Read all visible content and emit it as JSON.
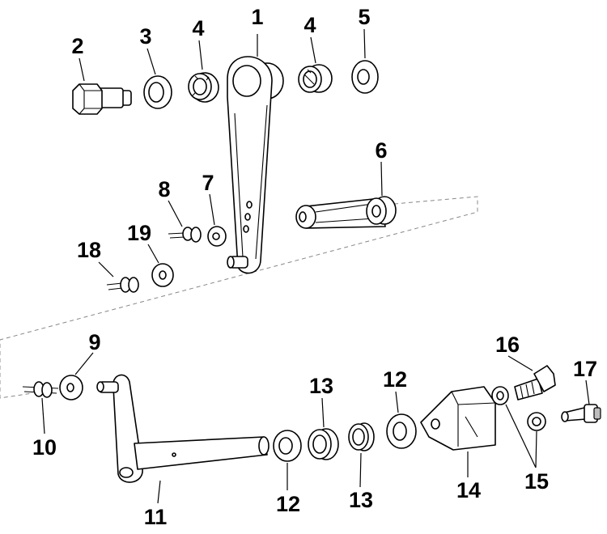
{
  "callouts": [
    {
      "id": "c1",
      "text": "1"
    },
    {
      "id": "c2",
      "text": "2"
    },
    {
      "id": "c3",
      "text": "3"
    },
    {
      "id": "c4a",
      "text": "4"
    },
    {
      "id": "c4b",
      "text": "4"
    },
    {
      "id": "c5",
      "text": "5"
    },
    {
      "id": "c6",
      "text": "6"
    },
    {
      "id": "c7",
      "text": "7"
    },
    {
      "id": "c8",
      "text": "8"
    },
    {
      "id": "c9",
      "text": "9"
    },
    {
      "id": "c10",
      "text": "10"
    },
    {
      "id": "c11",
      "text": "11"
    },
    {
      "id": "c12a",
      "text": "12"
    },
    {
      "id": "c12b",
      "text": "12"
    },
    {
      "id": "c13a",
      "text": "13"
    },
    {
      "id": "c13b",
      "text": "13"
    },
    {
      "id": "c14",
      "text": "14"
    },
    {
      "id": "c15",
      "text": "15"
    },
    {
      "id": "c16",
      "text": "16"
    },
    {
      "id": "c17",
      "text": "17"
    },
    {
      "id": "c18",
      "text": "18"
    },
    {
      "id": "c19",
      "text": "19"
    }
  ]
}
